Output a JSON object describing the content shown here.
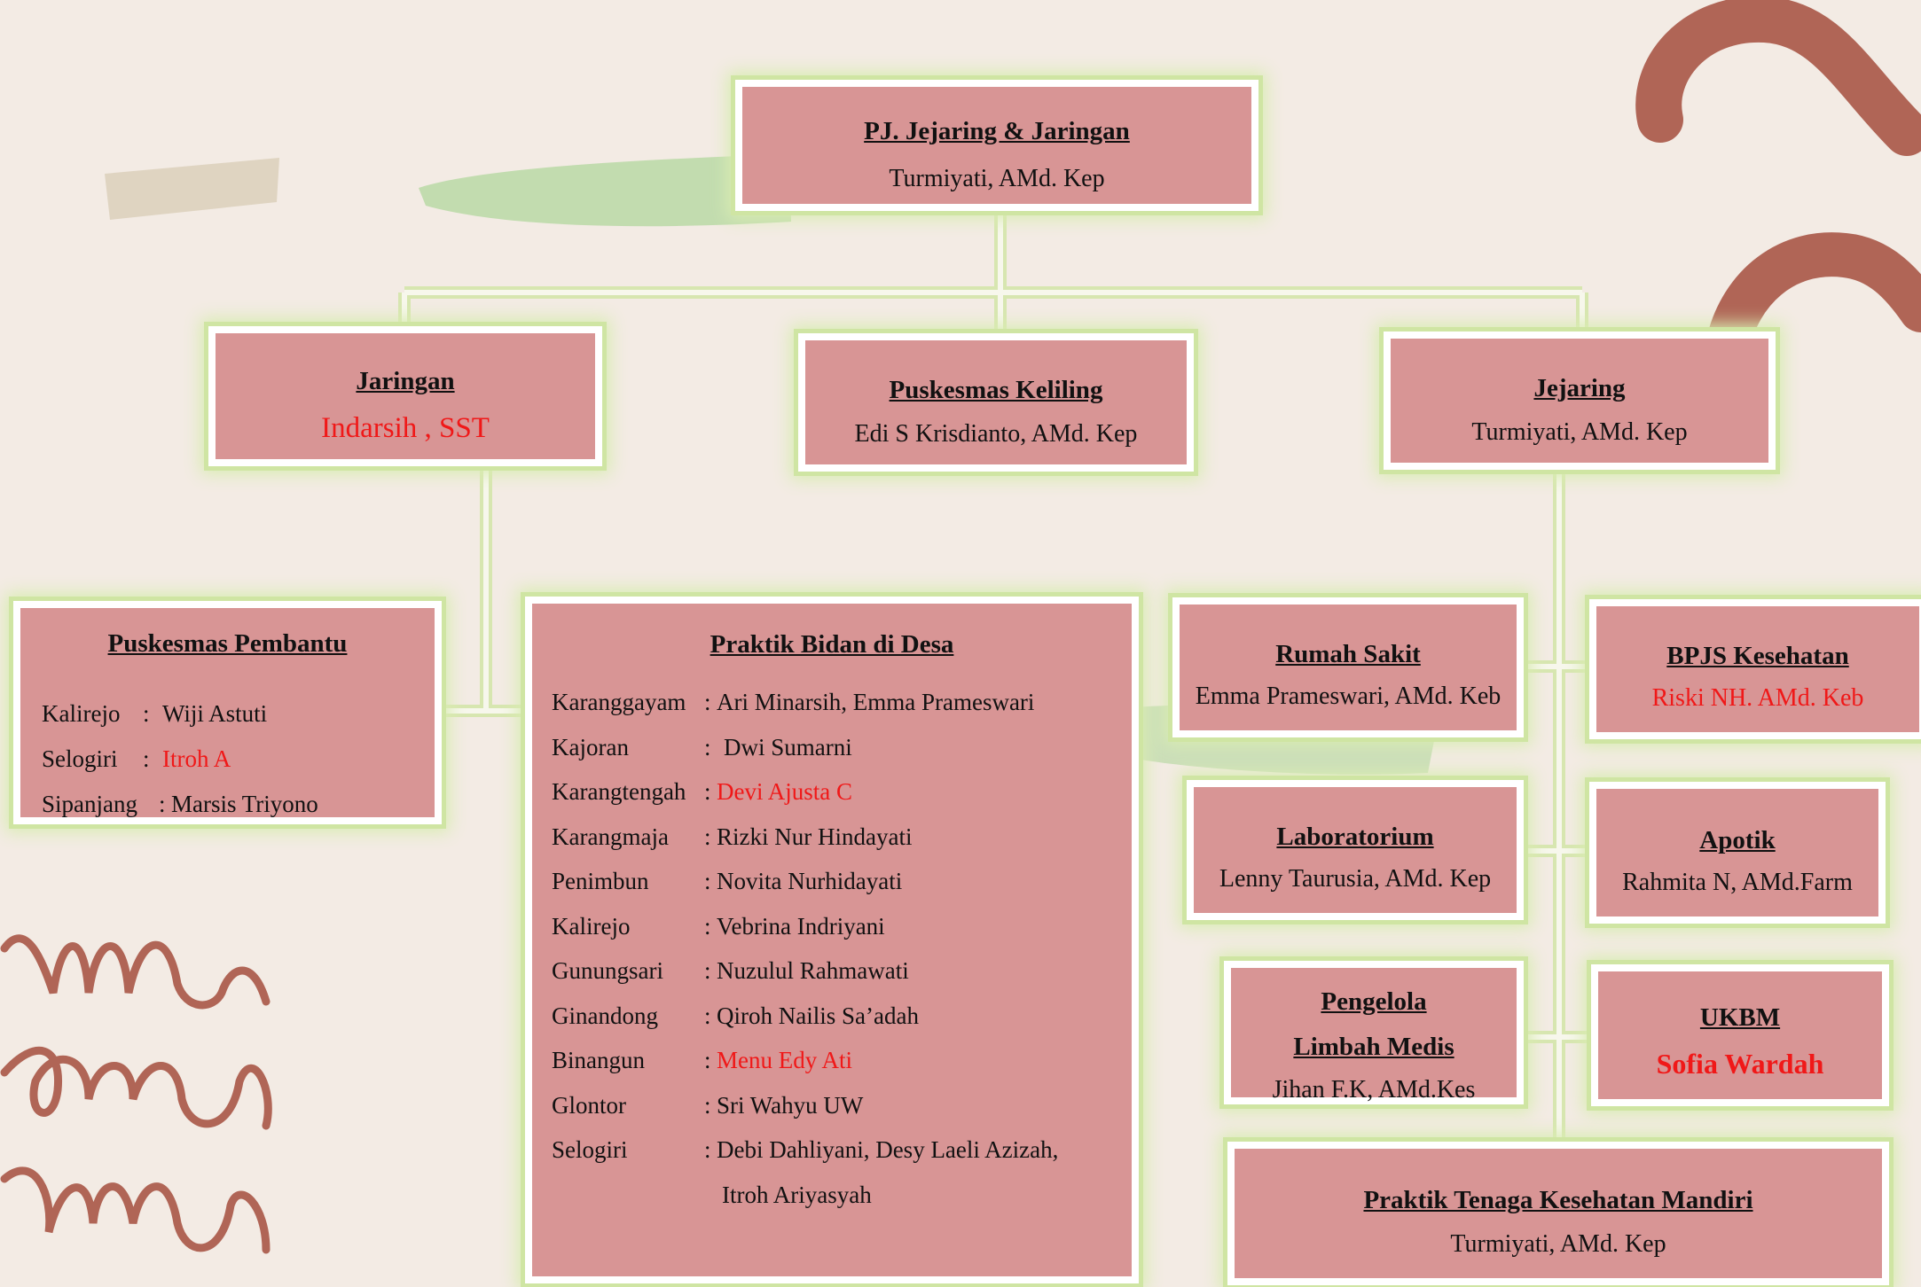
{
  "colors": {
    "box_fill": "#d89595",
    "box_border": "#ffffff",
    "glow": "#cfe5a3",
    "connector": "#f7f7ec",
    "highlight": "#f01818",
    "background": "#f3ebe4",
    "decor_brown": "#b06556"
  },
  "top": {
    "title": "PJ. Jejaring & Jaringan",
    "name": "Turmiyati, AMd. Kep"
  },
  "jaringan": {
    "title": "Jaringan",
    "name": "Indarsih , SST"
  },
  "keliling": {
    "title": "Puskesmas Keliling",
    "name": "Edi S Krisdianto, AMd. Kep"
  },
  "jejaring": {
    "title": "Jejaring",
    "name": "Turmiyati, AMd. Kep"
  },
  "pustu": {
    "title": "Puskesmas Pembantu",
    "rows": [
      {
        "place": "Kalirejo",
        "sep": ":",
        "person": "Wiji Astuti"
      },
      {
        "place": "Selogiri",
        "sep": ":",
        "person": "Itroh A"
      },
      {
        "place": "Sipanjang",
        "sep": ":",
        "person": "Marsis Triyono"
      }
    ]
  },
  "bidan": {
    "title": "Praktik Bidan di Desa",
    "rows": [
      {
        "place": "Karanggayam",
        "sep": ":",
        "person": "Ari Minarsih, Emma Prameswari"
      },
      {
        "place": "Kajoran",
        "sep": ":",
        "person": "Dwi Sumarni"
      },
      {
        "place": "Karangtengah",
        "sep": ":",
        "person": "Devi Ajusta C"
      },
      {
        "place": "Karangmaja",
        "sep": ":",
        "person": "Rizki Nur Hindayati"
      },
      {
        "place": "Penimbun",
        "sep": ":",
        "person": "Novita Nurhidayati"
      },
      {
        "place": "Kalirejo",
        "sep": ":",
        "person": "Vebrina Indriyani"
      },
      {
        "place": "Gunungsari",
        "sep": ":",
        "person": "Nuzulul Rahmawati"
      },
      {
        "place": "Ginandong",
        "sep": ":",
        "person": "Qiroh Nailis Sa’adah"
      },
      {
        "place": "Binangun",
        "sep": ":",
        "person": "Menu Edy Ati"
      },
      {
        "place": "Glontor",
        "sep": ":",
        "person": "Sri Wahyu UW"
      },
      {
        "place": "Selogiri",
        "sep": ":",
        "person": "Debi Dahliyani, Desy Laeli  Azizah,"
      },
      {
        "place": "",
        "sep": "",
        "person": "Itroh Ariyasyah"
      }
    ]
  },
  "rs": {
    "title": "Rumah Sakit",
    "name": "Emma Prameswari, AMd. Keb"
  },
  "bpjs": {
    "title": "BPJS Kesehatan",
    "name": "Riski NH. AMd. Keb"
  },
  "lab": {
    "title": "Laboratorium",
    "name": "Lenny Taurusia, AMd. Kep"
  },
  "apotik": {
    "title": "Apotik",
    "name": "Rahmita N, AMd.Farm"
  },
  "limbah": {
    "title1": "Pengelola",
    "title2": "Limbah Medis",
    "name": "Jihan F.K, AMd.Kes"
  },
  "ukbm": {
    "title": "UKBM",
    "name": "Sofia Wardah"
  },
  "mandiri": {
    "title": "Praktik Tenaga Kesehatan Mandiri",
    "name": "Turmiyati, AMd. Kep"
  }
}
